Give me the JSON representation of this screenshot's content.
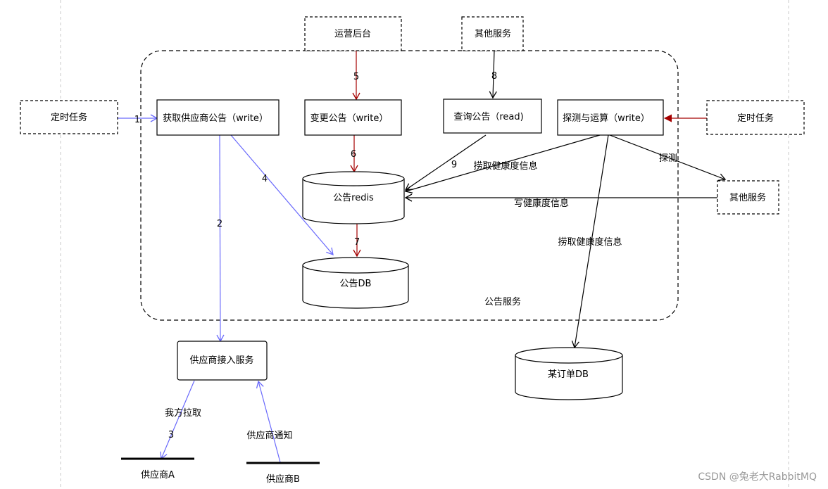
{
  "nodes": {
    "ops_backend": "运营后台",
    "other_service_top": "其他服务",
    "scheduled_task_left": "定时任务",
    "fetch_announcement": "获取供应商公告（write）",
    "change_announcement": "变更公告（write）",
    "query_announcement": "查询公告（read)",
    "probe_compute": "探测与运算（write）",
    "scheduled_task_right": "定时任务",
    "announcement_redis": "公告redis",
    "other_service_right": "其他服务",
    "announcement_db": "公告DB",
    "announcement_service": "公告服务",
    "supplier_access_service": "供应商接入服务",
    "order_db": "某订单DB",
    "supplier_a": "供应商A",
    "supplier_b": "供应商B"
  },
  "edge_labels": {
    "e1": "1",
    "e2": "2",
    "e3": "3",
    "e4": "4",
    "e5": "5",
    "e6": "6",
    "e7": "7",
    "e8": "8",
    "e9": "9",
    "fetch_health_info_redis": "捞取健康度信息",
    "write_health_info": "写健康度信息",
    "probe": "探测",
    "fetch_health_info_db": "捞取健康度信息",
    "our_pull": "我方拉取",
    "supplier_notify": "供应商通知"
  },
  "colors": {
    "black_edge": "#000000",
    "red_edge": "#a50000",
    "blue_edge": "#6a6afc"
  },
  "watermark": "CSDN @兔老大RabbitMQ"
}
